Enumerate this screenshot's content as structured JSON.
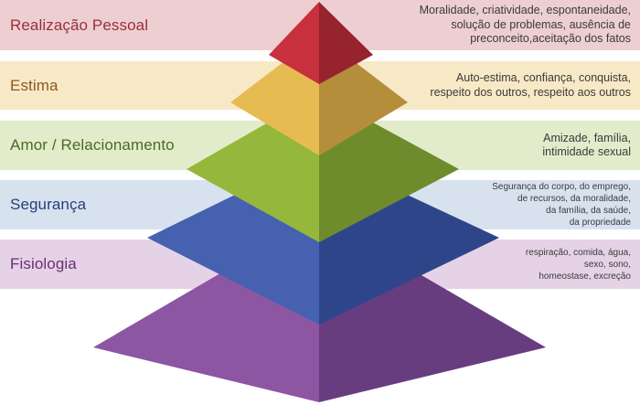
{
  "levels": [
    {
      "title": "Realização Pessoal",
      "description": "Moralidade, criatividade, espontaneidade,\nsolução de problemas, ausência de\npreconceito,aceitação dos fatos",
      "band_color": "#eecfd1",
      "title_color": "#9a2f3a",
      "face_light": "#c8303d",
      "face_dark": "#96232e"
    },
    {
      "title": "Estima",
      "description": "Auto-estima, confiança, conquista,\nrespeito dos outros, respeito aos outros",
      "band_color": "#f8e9c6",
      "title_color": "#8a5a20",
      "face_light": "#e6bb52",
      "face_dark": "#b58e3c"
    },
    {
      "title": "Amor / Relacionamento",
      "description": "Amizade, família,\nintimidade sexual",
      "band_color": "#e3ecca",
      "title_color": "#4a6a26",
      "face_light": "#95b73b",
      "face_dark": "#6f8c2c"
    },
    {
      "title": "Segurança",
      "description": "Segurança do corpo, do emprego,\nde recursos, da moralidade,\nda família, da saúde,\nda propriedade",
      "band_color": "#d8e2ef",
      "title_color": "#263f7a",
      "face_light": "#4661b0",
      "face_dark": "#2e4689"
    },
    {
      "title": "Fisiologia",
      "description": "respiração, comida, água,\nsexo, sono,\nhomeostase, excreção",
      "band_color": "#e5d2e6",
      "title_color": "#6a2f72",
      "face_light": "#8c56a3",
      "face_dark": "#673d80"
    }
  ]
}
